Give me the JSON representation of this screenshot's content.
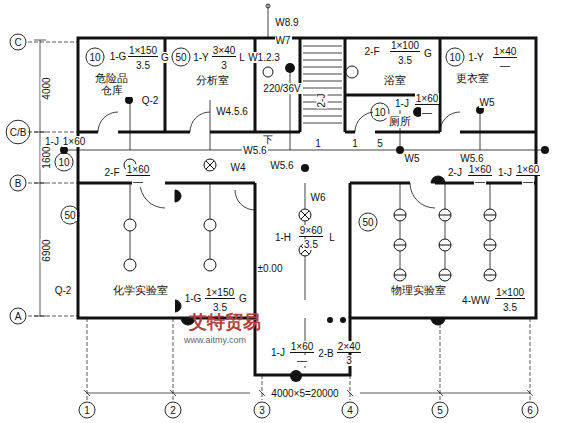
{
  "diagram": {
    "nodes": [
      {
        "text": [
          "危险品 仓库"
        ]
      },
      {
        "text": [
          "分析室"
        ]
      },
      {
        "text": [
          "浴室"
        ]
      },
      {
        "text": [
          "厕所"
        ]
      },
      {
        "text": [
          "更衣室"
        ]
      },
      {
        "text": [
          "化学实验室"
        ]
      },
      {
        "text": [
          "物理实验室"
        ]
      }
    ],
    "labels": [
      "C",
      "C/B",
      "B",
      "A",
      "4000",
      "1600",
      "6900",
      "1",
      "2",
      "3",
      "4",
      "5",
      "6",
      "4000×5=20000",
      "10",
      "1-G",
      "1×150",
      "3.5",
      "G",
      "Q-2",
      "50",
      "1-Y",
      "3×40",
      "3",
      "L",
      "W1.2.3",
      "W8.9",
      "W7",
      "W4.5.6",
      "220/36V",
      "2-J",
      "2-F",
      "1×100",
      "3.5",
      "G",
      "10",
      "1-J",
      "1×60",
      "—",
      "10",
      "1-Y",
      "1×40",
      "—",
      "W5",
      "1-J",
      "1×60",
      "10",
      "2-F",
      "1×60",
      "—",
      "W4",
      "W5.6",
      "W5.6",
      "下",
      "1",
      "1",
      "5",
      "W5",
      "W5.6",
      "2-J",
      "1×60",
      "—",
      "1-J",
      "1×60",
      "—",
      "W6",
      "50",
      "50",
      "Q-2",
      "1-H",
      "9×60",
      "3.5",
      "L",
      "±0.00",
      "1-G",
      "1×150",
      "3.5",
      "G",
      "4-WW",
      "1×100",
      "3.5",
      "1-J",
      "1×60",
      "—",
      "2-B",
      "2×40",
      "3",
      "艾特贸易",
      "www.aitmy.com"
    ]
  }
}
